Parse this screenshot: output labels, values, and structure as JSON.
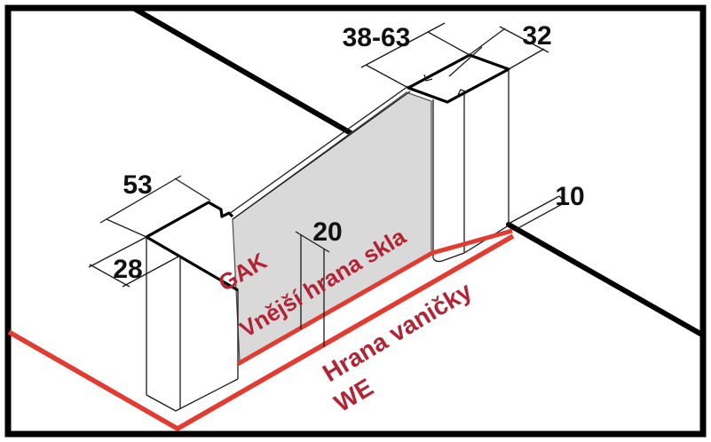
{
  "diagram": {
    "title_hint": "isometric installation drawing of glass side panel on shower tray",
    "dimensions": {
      "left_profile_top": "53",
      "left_profile_front": "28",
      "adjust_range": "38-63",
      "right_profile_width": "32",
      "glass_to_tray_offset": "20",
      "wall_gap": "10"
    },
    "annotations": {
      "gak": "GAK",
      "glass_edge": "Vnější hrana skla",
      "tray_edge": "Hrana vaničky",
      "we": "WE"
    },
    "colors": {
      "line_red": "#e33b30",
      "text_red": "#b22433",
      "glass_gray": "#d9d9d9",
      "glass_edge_gray": "#4a4a4a",
      "line_black": "#000000",
      "background": "#ffffff"
    }
  }
}
